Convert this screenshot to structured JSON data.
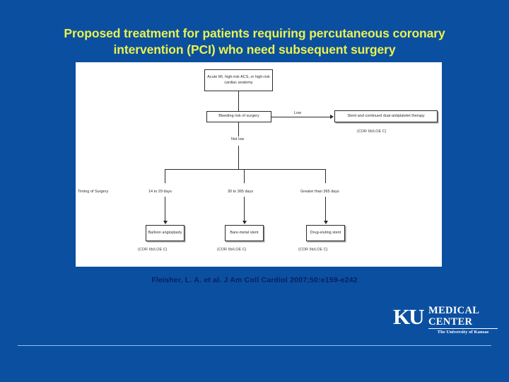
{
  "slide": {
    "title_line1": "Proposed treatment for patients requiring percutaneous coronary",
    "title_line2": "intervention (PCI) who need subsequent surgery",
    "background_color": "#0b4fa0",
    "title_color": "#e9f24f",
    "citation": "Fleisher, L. A. et al. J Am Coll Cardiol 2007;50:e159-e242",
    "citation_color": "#0a1f5e"
  },
  "figure": {
    "panel_color": "#ffffff",
    "nodes": {
      "indication": "Acute MI, high-risk ACS, or high-risk cardiac anatomy",
      "bleeding_risk": "Bleeding risk of surgery",
      "stent_dual_therapy": "Stent and continued dual-antiplatelet therapy",
      "balloon_angioplasty": "Balloon angioplasty",
      "bare_metal_stent": "Bare-metal stent",
      "drug_eluting_stent": "Drug-eluting stent"
    },
    "edge_labels": {
      "low": "Low",
      "not_low": "Not low"
    },
    "row_label": "Timing of Surgery",
    "timing": {
      "balloon": "14 to 29 days",
      "bare_metal": "30 to 365 days",
      "drug_eluting": "Greater than 365 days"
    },
    "recommendations": {
      "stent_dual_therapy": "(COR IIb/LOE C)",
      "balloon_angioplasty": "(COR IIb/LOE C)",
      "bare_metal_stent": "(COR IIb/LOE C)",
      "drug_eluting_stent": "(COR IIb/LOE C)"
    }
  },
  "logo": {
    "mark": "KU",
    "word_line1": "MEDICAL",
    "word_line2": "CENTER",
    "tagline": "The University of Kansas"
  }
}
